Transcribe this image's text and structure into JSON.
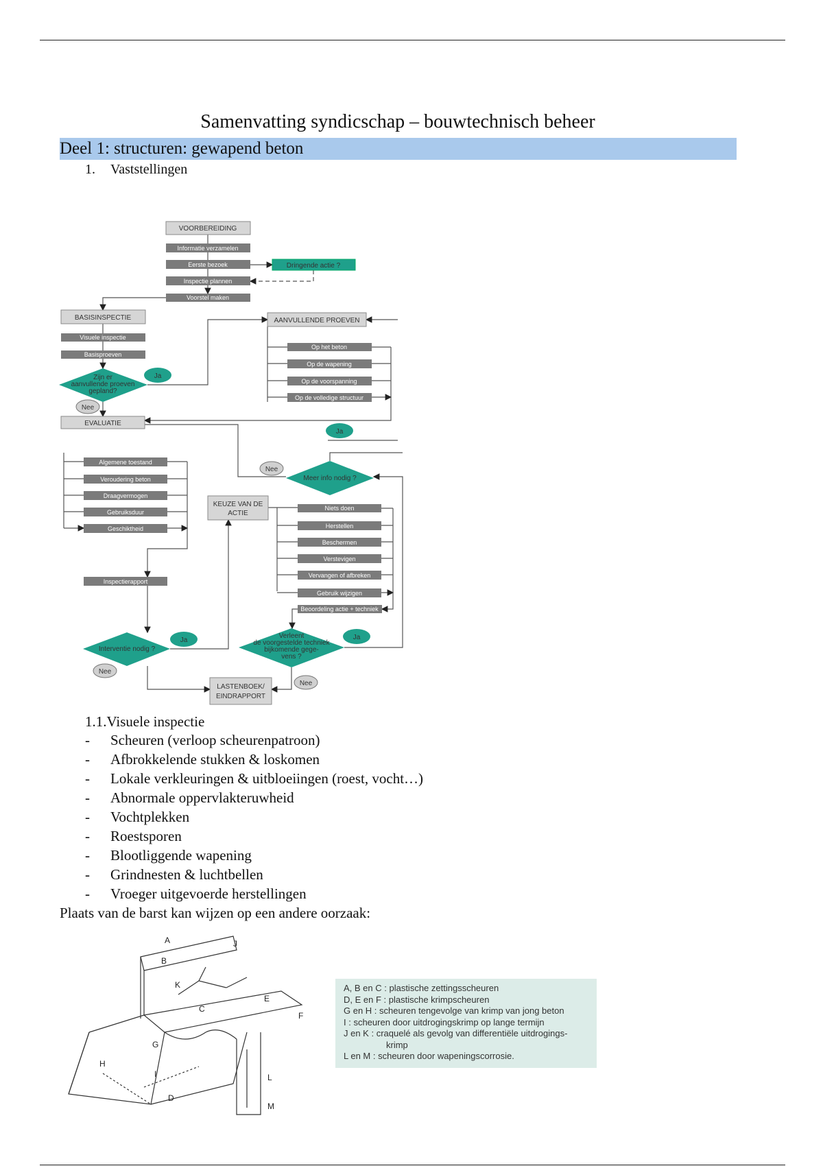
{
  "title": "Samenvatting syndicschap – bouwtechnisch beheer",
  "section_heading": "Deel 1: structuren: gewapend beton",
  "subsection": {
    "number": "1.",
    "label": "Vaststellingen"
  },
  "flowchart": {
    "voorbereiding": "VOORBEREIDING",
    "informatie": "Informatie verzamelen",
    "eerste_bezoek": "Eerste bezoek",
    "dringende_actie": "Dringende actie ?",
    "inspectie_plannen": "Inspectie plannen",
    "voorstel_maken": "Voorstel maken",
    "basisinspectie": "BASISINSPECTIE",
    "visuele_inspectie": "Visuele inspectie",
    "basisproeven": "Basisproeven",
    "zijn_er_1": "Zijn er",
    "zijn_er_2": "aanvullende proeven",
    "zijn_er_3": "gepland?",
    "ja": "Ja",
    "nee": "Nee",
    "aanvullende_proeven": "AANVULLENDE PROEVEN",
    "op_het_beton": "Op het beton",
    "op_de_wapening": "Op de wapening",
    "op_de_voorspanning": "Op de voorspanning",
    "op_de_volledige_structuur": "Op de volledige structuur",
    "evaluatie": "EVALUATIE",
    "algemene_toestand": "Algemene toestand",
    "veroudering_beton": "Veroudering beton",
    "draagvermogen": "Draagvermogen",
    "gebruiksduur": "Gebruiksduur",
    "geschiktheid": "Geschiktheid",
    "meer_info": "Meer info nodig ?",
    "keuze_1": "KEUZE VAN DE",
    "keuze_2": "ACTIE",
    "niets_doen": "Niets doen",
    "herstellen": "Herstellen",
    "beschermen": "Beschermen",
    "verstevigen": "Verstevigen",
    "vervangen": "Vervangen of afbreken",
    "gebruik_wijzigen": "Gebruik wijzigen",
    "beoordeling": "Beoordeling actie + techniek",
    "inspectierapport": "Inspectierapport",
    "interventie": "Interventie nodig ?",
    "verleent_1": "Verleent",
    "verleent_2": "de voorgestelde techniek",
    "verleent_3": "bijkomende gege-",
    "verleent_4": "vens ?",
    "lastenboek_1": "LASTENBOEK/",
    "lastenboek_2": "EINDRAPPORT"
  },
  "visual_heading": "1.1.Visuele inspectie",
  "visual_items": [
    "Scheuren (verloop scheurenpatroon)",
    "Afbrokkelende stukken & loskomen",
    "Lokale verkleuringen & uitbloeiingen (roest, vocht…)",
    "Abnormale oppervlakteruwheid",
    "Vochtplekken",
    "Roestsporen",
    "Blootliggende wapening",
    "Grindnesten & luchtbellen",
    "Vroeger uitgevoerde herstellingen"
  ],
  "bullet": "-",
  "closing_text": "Plaats van de barst kan wijzen op een andere oorzaak:",
  "figure_letters": [
    "A",
    "B",
    "C",
    "D",
    "E",
    "F",
    "G",
    "H",
    "I",
    "J",
    "K",
    "L",
    "M"
  ],
  "legend": [
    "A, B en C : plastische zettingsscheuren",
    "D, E en F : plastische krimpscheuren",
    "G en H : scheuren tengevolge van krimp van jong beton",
    "I : scheuren door uitdrogingskrimp op lange termijn",
    "J en K : craquelé als gevolg van differentiële uitdrogings-",
    "krimp",
    "L en M : scheuren door wapeningscorrosie."
  ]
}
